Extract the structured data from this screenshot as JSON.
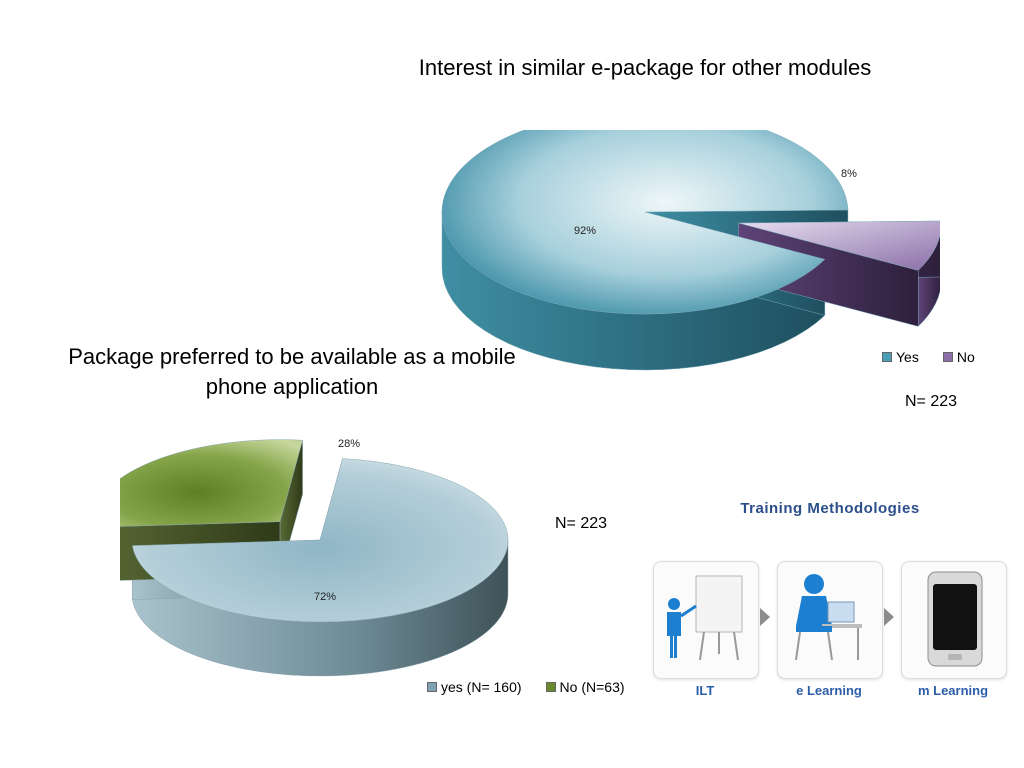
{
  "chart_data": [
    {
      "type": "pie",
      "title": "Interest in similar e-package for other modules",
      "categories": [
        "Yes",
        "No"
      ],
      "values": [
        92,
        8
      ],
      "data_labels": [
        "92%",
        "8%"
      ],
      "legend": [
        "Yes",
        "No"
      ],
      "legend_position": "bottom-right",
      "note": "N= 223",
      "colors": [
        "#4a9fb4",
        "#6b4f86"
      ]
    },
    {
      "type": "pie",
      "title": "Package preferred to be available as a mobile phone application",
      "categories": [
        "yes (N= 160)",
        "No (N=63)"
      ],
      "values": [
        72,
        28
      ],
      "data_labels": [
        "72%",
        "28%"
      ],
      "legend": [
        "yes (N= 160)",
        "No (N=63)"
      ],
      "legend_position": "bottom",
      "note": "N= 223",
      "colors": [
        "#7fa3b4",
        "#6a8a2c"
      ]
    }
  ],
  "training": {
    "title": "Training Methodologies",
    "steps": [
      "ILT",
      "e Learning",
      "m Learning"
    ],
    "icons": [
      "presentation-board-icon",
      "computer-user-icon",
      "mobile-phone-icon"
    ]
  }
}
